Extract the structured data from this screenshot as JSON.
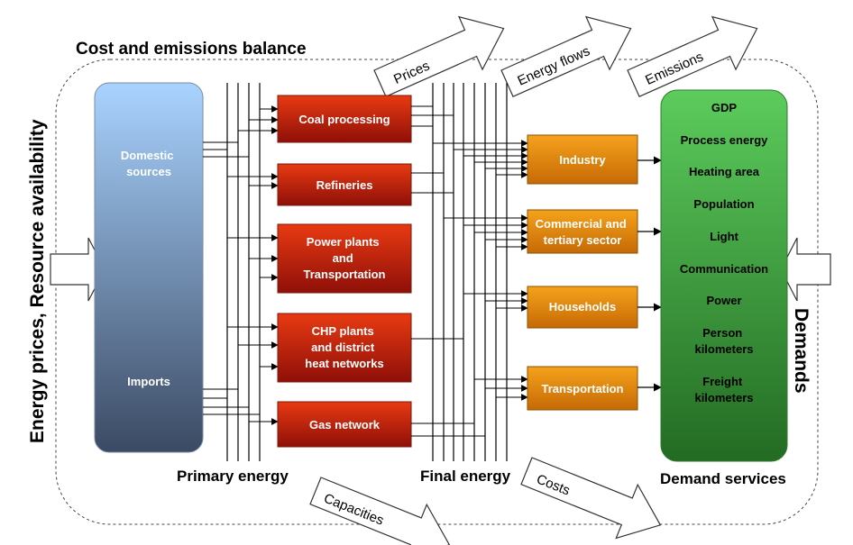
{
  "title": "Cost and emissions balance",
  "left_label": "Energy prices, Resource availability",
  "right_label": "Demands",
  "top_arrows": [
    "Prices",
    "Energy flows",
    "Emissions"
  ],
  "bottom_arrows": [
    "Capacities",
    "Costs"
  ],
  "sources": {
    "domestic": [
      "Domestic",
      "sources"
    ],
    "imports": "Imports"
  },
  "conversion": [
    [
      "Coal processing"
    ],
    [
      "Refineries"
    ],
    [
      "Power plants",
      "and",
      "Transportation"
    ],
    [
      "CHP plants",
      "and district",
      "heat networks"
    ],
    [
      "Gas network"
    ]
  ],
  "sectors": [
    [
      "Industry"
    ],
    [
      "Commercial and",
      "tertiary sector"
    ],
    [
      "Households"
    ],
    [
      "Transportation"
    ]
  ],
  "demand_services": [
    [
      "GDP"
    ],
    [
      "Process energy"
    ],
    [
      "Heating area"
    ],
    [
      "Population"
    ],
    [
      "Light"
    ],
    [
      "Communication"
    ],
    [
      "Power"
    ],
    [
      "Person",
      "kilometers"
    ],
    [
      "Freight",
      "kilometers"
    ]
  ],
  "bottom_labels": {
    "primary": "Primary energy",
    "final": "Final energy",
    "demand": "Demand services"
  },
  "colors": {
    "source_top": "#a9d3ff",
    "source_bottom": "#3b4a63",
    "conv_top": "#e83a12",
    "conv_bottom": "#8f0f08",
    "sector_top": "#f5a21c",
    "sector_bottom": "#c66a05",
    "demand_top": "#5ccc5c",
    "demand_bottom": "#236b23"
  }
}
